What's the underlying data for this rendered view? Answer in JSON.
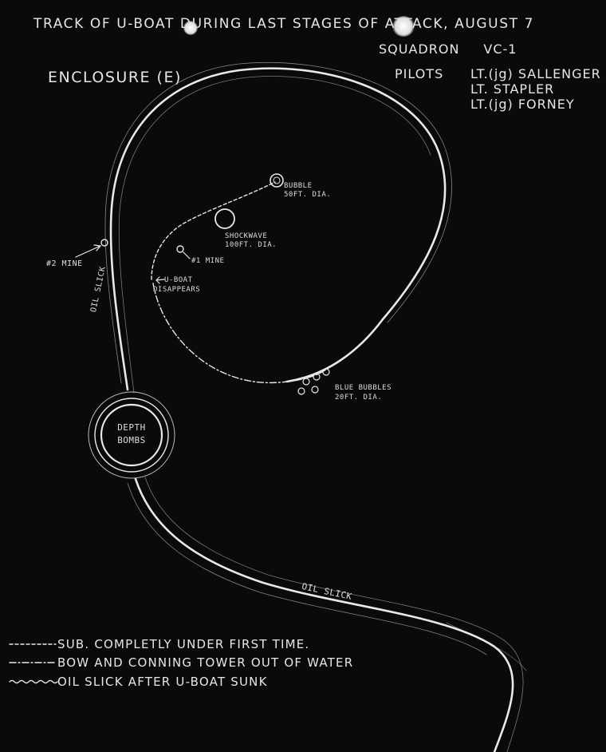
{
  "title": "TRACK OF U-BOAT DURING LAST STAGES OF ATTACK, AUGUST 7",
  "squadron": {
    "label": "SQUADRON",
    "value": "VC-1"
  },
  "enclosure": "ENCLOSURE (E)",
  "pilots": {
    "label": "PILOTS",
    "names": [
      "LT.(jg) SALLENGER",
      "LT. STAPLER",
      "LT.(jg) FORNEY"
    ]
  },
  "annotations": {
    "bubble": [
      "BUBBLE",
      "50FT. DIA."
    ],
    "shockwave": [
      "SHOCKWAVE",
      "100FT. DIA."
    ],
    "mine1": "#1 MINE",
    "mine2": "#2 MINE",
    "uboat_disappears": [
      "U-BOAT",
      "DISAPPEARS"
    ],
    "blue_bubbles": [
      "BLUE BUBBLES",
      "20FT. DIA."
    ],
    "depth_bombs": [
      "DEPTH",
      "BOMBS"
    ],
    "oil_slick_left": "OIL SLICK",
    "oil_slick_bottom": "OIL SLICK"
  },
  "legend": [
    {
      "symbol": "------",
      "text": "SUB. COMPLETLY UNDER FIRST TIME."
    },
    {
      "symbol": "-.-.-",
      "text": "BOW AND CONNING TOWER OUT OF WATER"
    },
    {
      "symbol": "~~~~~",
      "text": "OIL SLICK AFTER U-BOAT SUNK"
    }
  ]
}
